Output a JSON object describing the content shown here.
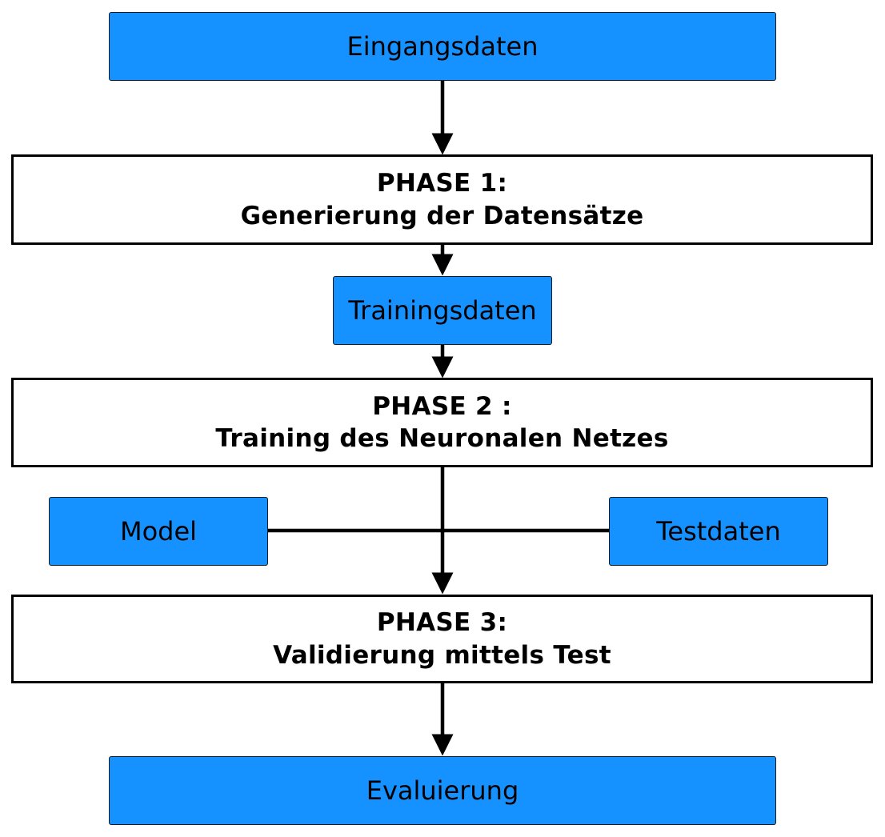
{
  "diagram": {
    "colors": {
      "data_box_fill": "#1592ff",
      "phase_box_fill": "#ffffff",
      "line": "#000000"
    },
    "nodes": {
      "input": {
        "label": "Eingangsdaten"
      },
      "phase1": {
        "title": "PHASE 1:",
        "subtitle": "Generierung der Datensätze"
      },
      "training_data": {
        "label": "Trainingsdaten"
      },
      "phase2": {
        "title": "PHASE 2 :",
        "subtitle": "Training des Neuronalen Netzes"
      },
      "model": {
        "label": "Model"
      },
      "test_data": {
        "label": "Testdaten"
      },
      "phase3": {
        "title": "PHASE 3:",
        "subtitle": "Validierung mittels Test"
      },
      "evaluation": {
        "label": "Evaluierung"
      }
    }
  }
}
